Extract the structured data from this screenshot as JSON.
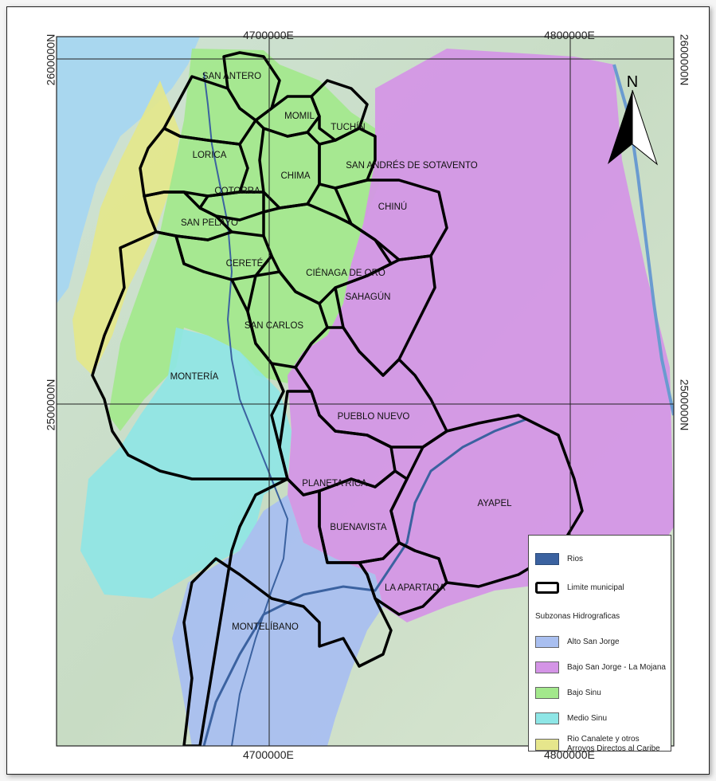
{
  "grid_labels": {
    "top_left_e": "4700000E",
    "top_right_e": "4800000E",
    "bottom_left_e": "4700000E",
    "bottom_right_e": "4800000E",
    "left_top_n": "2600000N",
    "left_bottom_n": "2500000N",
    "right_top_n": "2600000N",
    "right_bottom_n": "2500000N"
  },
  "north_arrow": {
    "label": "N"
  },
  "municipalities": [
    "SAN ANTERO",
    "MOMIL",
    "TUCHÍN",
    "LORICA",
    "CHIMA",
    "SAN ANDRÉS DE SOTAVENTO",
    "COTORRA",
    "CHINÚ",
    "SAN PELAYO",
    "CERETÉ",
    "CIÉNAGA DE ORO",
    "SAHAGÚN",
    "SAN CARLOS",
    "MONTERÍA",
    "PUEBLO NUEVO",
    "PLANETA RICA",
    "AYAPEL",
    "BUENAVISTA",
    "LA APARTADA",
    "MONTELÍBANO"
  ],
  "legend": {
    "rivers": "Rios",
    "boundary": "Limite municipal",
    "section_title": "Subzonas Hidrograficas",
    "zones": [
      {
        "label": "Alto San Jorge",
        "color": "#a9bff0"
      },
      {
        "label": "Bajo San Jorge - La Mojana",
        "color": "#d494e6"
      },
      {
        "label": "Bajo Sinu",
        "color": "#a3e88c"
      },
      {
        "label": "Medio Sinu",
        "color": "#8ee6e6"
      },
      {
        "label": "Rio Canalete y otros Arroyos Directos al Caribe",
        "color": "#e6e68c"
      }
    ],
    "river_color": "#3b62a0"
  }
}
